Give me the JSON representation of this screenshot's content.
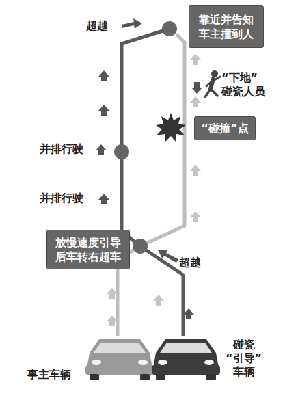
{
  "diagram": {
    "nodes": [
      {
        "text": [
          "靠近并告知车主撞到人"
        ]
      },
      {
        "text": [
          "放慢速度引导后车转右超车"
        ]
      },
      {
        "text": [
          "“碰撞”点"
        ]
      }
    ],
    "labels": [
      "超越",
      "并排行驶",
      "并排行驶",
      "超越",
      "“下地” 碰瓷人员",
      "事主车辆",
      "碰瓷 “引导” 车辆"
    ]
  }
}
